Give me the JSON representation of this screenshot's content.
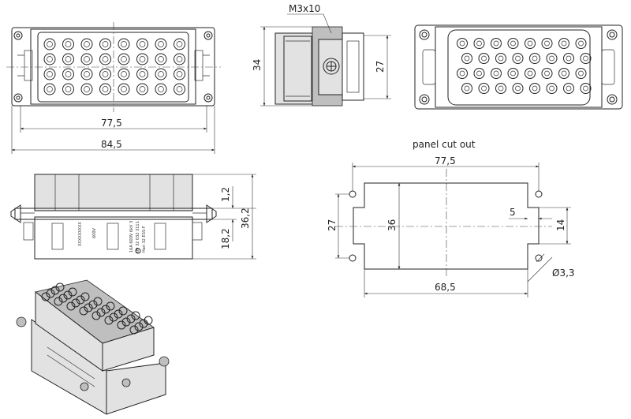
{
  "labels": {
    "front_width_inner": "77,5",
    "front_width_outer": "84,5",
    "side_screw": "M3x10",
    "side_height_outer": "34",
    "side_height_inner": "27",
    "bottom_h1": "1,2",
    "bottom_h2": "18,2",
    "bottom_h3": "36,2",
    "cutout_title": "panel cut out",
    "cutout_top_width": "77,5",
    "cutout_left_height": "27",
    "cutout_inner_height": "36",
    "cutout_notch": "5",
    "cutout_notch_height": "14",
    "cutout_hole_dia": "Ø3,3",
    "cutout_bottom_width": "68,5"
  },
  "product_text": {
    "line1": "Han 32 ESS-F",
    "line2": "09 32 032 3111",
    "line3": "16A 600V 6kV 3",
    "line4": "XXXXXXXXX",
    "voltage": "600V"
  }
}
